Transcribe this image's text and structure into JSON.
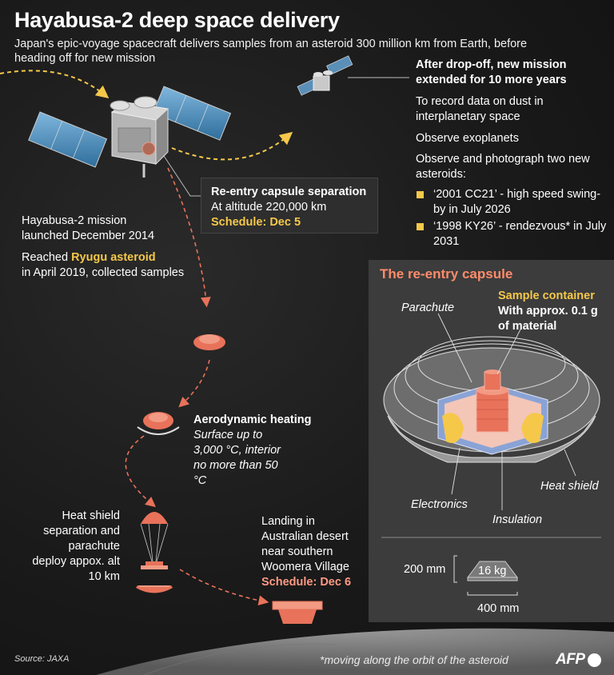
{
  "header": {
    "title": "Hayabusa-2 deep space delivery",
    "subtitle": "Japan's epic-voyage spacecraft delivers samples from an asteroid 300 million km from Earth, before heading off for new mission"
  },
  "mission": {
    "heading": "After drop-off, new mission extended for 10 more years",
    "items": [
      "To record data on dust in interplanetary space",
      "Observe exoplanets",
      "Observe and photograph two new asteroids:"
    ],
    "asteroids": [
      "‘2001 CC21’ - high speed swing-by in July 2026",
      "‘1998 KY26’ - rendezvous* in July 2031"
    ]
  },
  "separation": {
    "title": "Re-entry capsule separation",
    "altitude": "At altitude 220,000 km",
    "schedule": "Schedule: Dec 5"
  },
  "launch": {
    "launched": "Hayabusa-2 mission launched December 2014",
    "reached_prefix": "Reached ",
    "reached_highlight": "Ryugu asteroid",
    "reached_suffix": "in April 2019, collected samples"
  },
  "heating": {
    "title": "Aerodynamic heating",
    "detail": "Surface up to 3,000 °C, interior no more than 50 °C"
  },
  "parachute_step": {
    "text": "Heat shield separation and parachute deploy appox. alt 10 km"
  },
  "landing": {
    "text": "Landing in Australian desert near southern Woomera Village",
    "schedule": "Schedule: Dec 6"
  },
  "capsule": {
    "title": "The re-entry capsule",
    "sample_container": "Sample container",
    "sample_detail": "With approx. 0.1 g of material",
    "parachute": "Parachute",
    "heat_shield": "Heat shield",
    "electronics": "Electronics",
    "insulation": "Insulation",
    "height": "200 mm",
    "mass": "16 kg",
    "width": "400 mm"
  },
  "footer": {
    "source": "Source: JAXA",
    "footnote": "*moving along the orbit of the asteroid",
    "logo": "AFP"
  },
  "colors": {
    "accent_yellow": "#f5c84a",
    "capsule_orange": "#e8725a",
    "highlight_salmon": "#ff9a82",
    "solar_panel_blue": "#4d8fc0"
  }
}
